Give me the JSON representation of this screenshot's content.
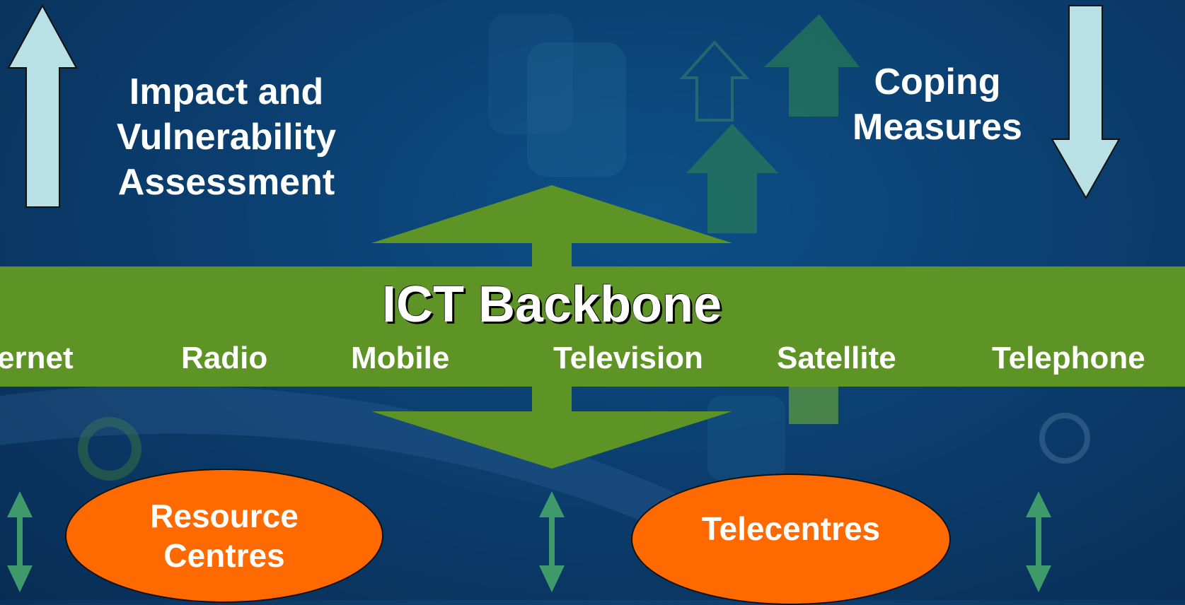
{
  "labels": {
    "impact": "Impact and Vulnerability Assessment",
    "coping": "Coping Measures",
    "backbone": "ICT Backbone"
  },
  "media": [
    "ernet",
    "Radio",
    "Mobile",
    "Television",
    "Satellite",
    "Telephone"
  ],
  "centres": {
    "resource": "Resource Centres",
    "telecentres": "Telecentres"
  },
  "colors": {
    "band": "#5e9426",
    "oval": "#ff6a00",
    "big_arrow": "#b9e0e4",
    "small_arrow": "#3e9a6b"
  }
}
